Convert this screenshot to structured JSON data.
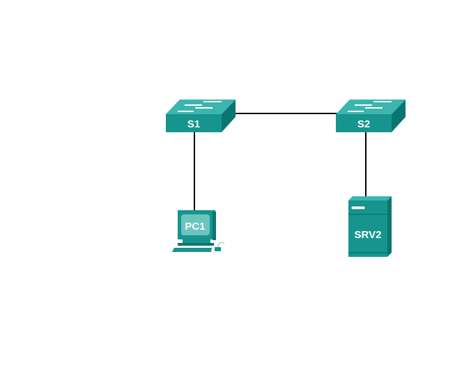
{
  "devices": {
    "s1": {
      "label": "S1",
      "type": "switch"
    },
    "s2": {
      "label": "S2",
      "type": "switch"
    },
    "pc1": {
      "label": "PC1",
      "type": "pc"
    },
    "srv2": {
      "label": "SRV2",
      "type": "server"
    }
  },
  "links": [
    {
      "from": "S1",
      "to": "S2"
    },
    {
      "from": "S1",
      "to": "PC1"
    },
    {
      "from": "S2",
      "to": "SRV2"
    }
  ],
  "colors": {
    "front": "#16958e",
    "top": "#3bb5ad",
    "side": "#0c756f",
    "link": "#000000",
    "screen": "#6cc4bf"
  }
}
